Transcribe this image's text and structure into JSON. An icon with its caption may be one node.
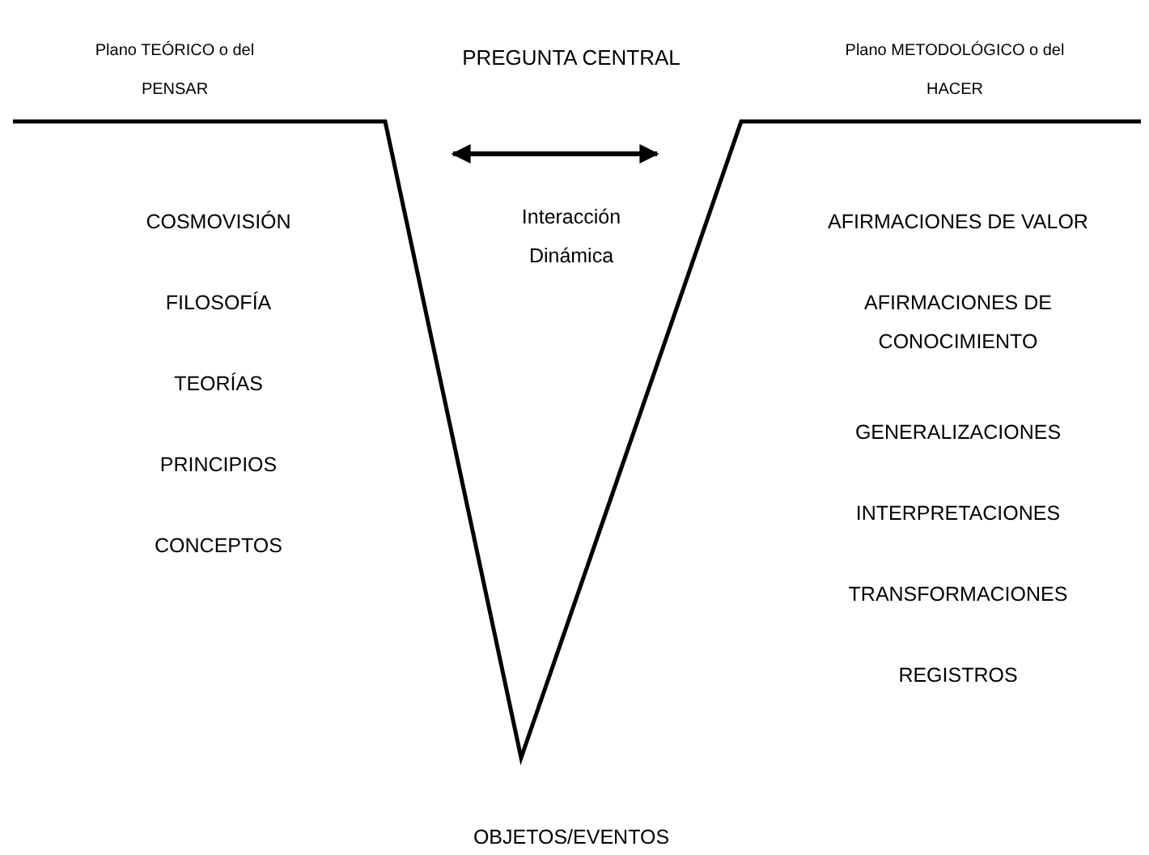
{
  "diagram": {
    "labels": [
      "Plano TEÓRICO o del PENSAR",
      "PREGUNTA CENTRAL",
      "Plano METODOLÓGICO o del HACER",
      "COSMOVISIÓN",
      "Interacción Dinámica",
      "AFIRMACIONES DE VALOR",
      "FILOSOFÍA",
      "AFIRMACIONES DE CONOCIMIENTO",
      "TEORÍAS",
      "GENERALIZACIONES",
      "PRINCIPIOS",
      "INTERPRETACIONES",
      "CONCEPTOS",
      "TRANSFORMACIONES",
      "REGISTROS",
      "OBJETOS/EVENTOS"
    ]
  }
}
